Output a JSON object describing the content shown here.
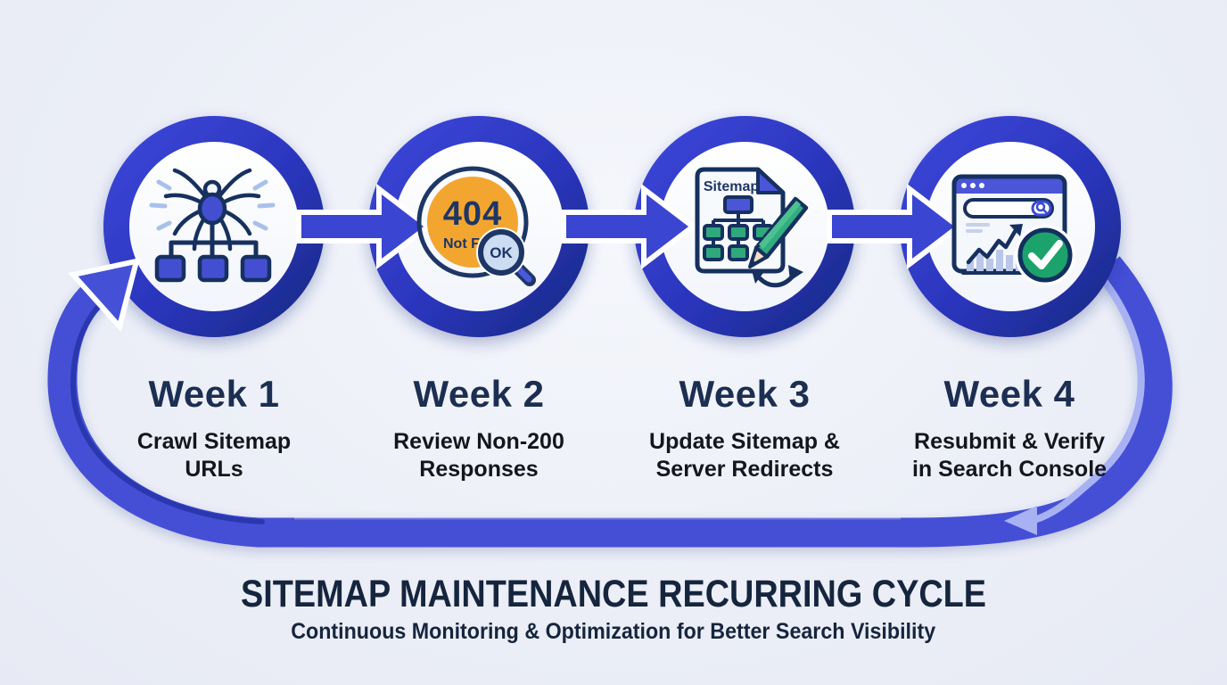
{
  "steps": [
    {
      "week": "Week 1",
      "desc1": "Crawl Sitemap",
      "desc2": "URLs",
      "icon": "crawler-spider-sitemap"
    },
    {
      "week": "Week 2",
      "desc1": "Review Non-200",
      "desc2": "Responses",
      "icon": "404-ok-magnifier"
    },
    {
      "week": "Week 3",
      "desc1": "Update Sitemap &",
      "desc2": "Server Redirects",
      "icon": "sitemap-document-pencil"
    },
    {
      "week": "Week 4",
      "desc1": "Resubmit & Verify",
      "desc2": "in Search Console",
      "icon": "search-console-verified"
    }
  ],
  "icon_labels": {
    "badge_404": "404",
    "badge_not_found": "Not Fo",
    "magnifier_ok": "OK",
    "sitemap_doc_title": "Sitemap"
  },
  "footer": {
    "title": "SITEMAP MAINTENANCE RECURRING CYCLE",
    "subtitle": "Continuous Monitoring & Optimization for Better Search Visibility"
  },
  "colors": {
    "ring_light": "#3c45d6",
    "ring_dark": "#172c83",
    "arrow_blue": "#3a45d2",
    "loop_band": "#4450d6",
    "loop_stripe_light": "#a8b1f2",
    "loop_stripe_dark": "#2b37b0",
    "icon_navy": "#16305f",
    "icon_blue": "#434fd0",
    "badge_amber": "#f3a62f",
    "green": "#1ca36b",
    "pencil_green": "#2fae80",
    "text_navy": "#1c2e52",
    "text_dark": "#15161d",
    "background": "#edeff7"
  }
}
